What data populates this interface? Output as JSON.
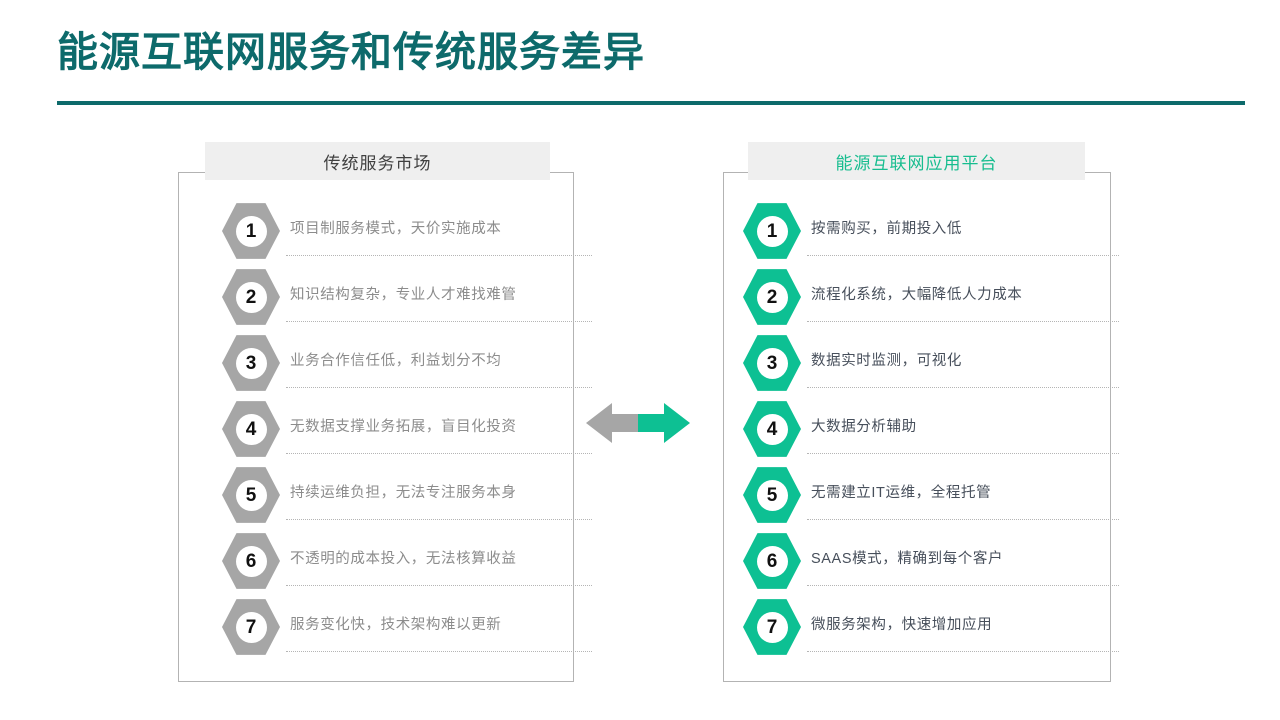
{
  "slide": {
    "title": "能源互联网服务和传统服务差异",
    "title_color": "#0d6a6b",
    "rule_color": "#0d6a6b",
    "background": "#ffffff"
  },
  "left_panel": {
    "header": "传统服务市场",
    "header_background": "#efefef",
    "header_text_color": "#404040",
    "accent_color": "#a6a6a6",
    "text_color": "#8c8c8c",
    "items": [
      {
        "number": "1",
        "text": "项目制服务模式，天价实施成本"
      },
      {
        "number": "2",
        "text": "知识结构复杂，专业人才难找难管"
      },
      {
        "number": "3",
        "text": "业务合作信任低，利益划分不均"
      },
      {
        "number": "4",
        "text": "无数据支撑业务拓展，盲目化投资"
      },
      {
        "number": "5",
        "text": "持续运维负担，无法专注服务本身"
      },
      {
        "number": "6",
        "text": "不透明的成本投入，无法核算收益"
      },
      {
        "number": "7",
        "text": "服务变化快，技术架构难以更新"
      }
    ]
  },
  "right_panel": {
    "header": "能源互联网应用平台",
    "header_background": "#efefef",
    "header_text_color": "#17bd8f",
    "accent_color": "#0dc093",
    "text_color": "#474f5b",
    "items": [
      {
        "number": "1",
        "text": "按需购买，前期投入低"
      },
      {
        "number": "2",
        "text": "流程化系统，大幅降低人力成本"
      },
      {
        "number": "3",
        "text": "数据实时监测，可视化"
      },
      {
        "number": "4",
        "text": "大数据分析辅助"
      },
      {
        "number": "5",
        "text": "无需建立IT运维，全程托管"
      },
      {
        "number": "6",
        "text": "SAAS模式，精确到每个客户"
      },
      {
        "number": "7",
        "text": "微服务架构，快速增加应用"
      }
    ]
  },
  "center": {
    "icon": "double-arrow-icon",
    "left_half_color": "#a6a6a6",
    "right_half_color": "#0dc093"
  }
}
